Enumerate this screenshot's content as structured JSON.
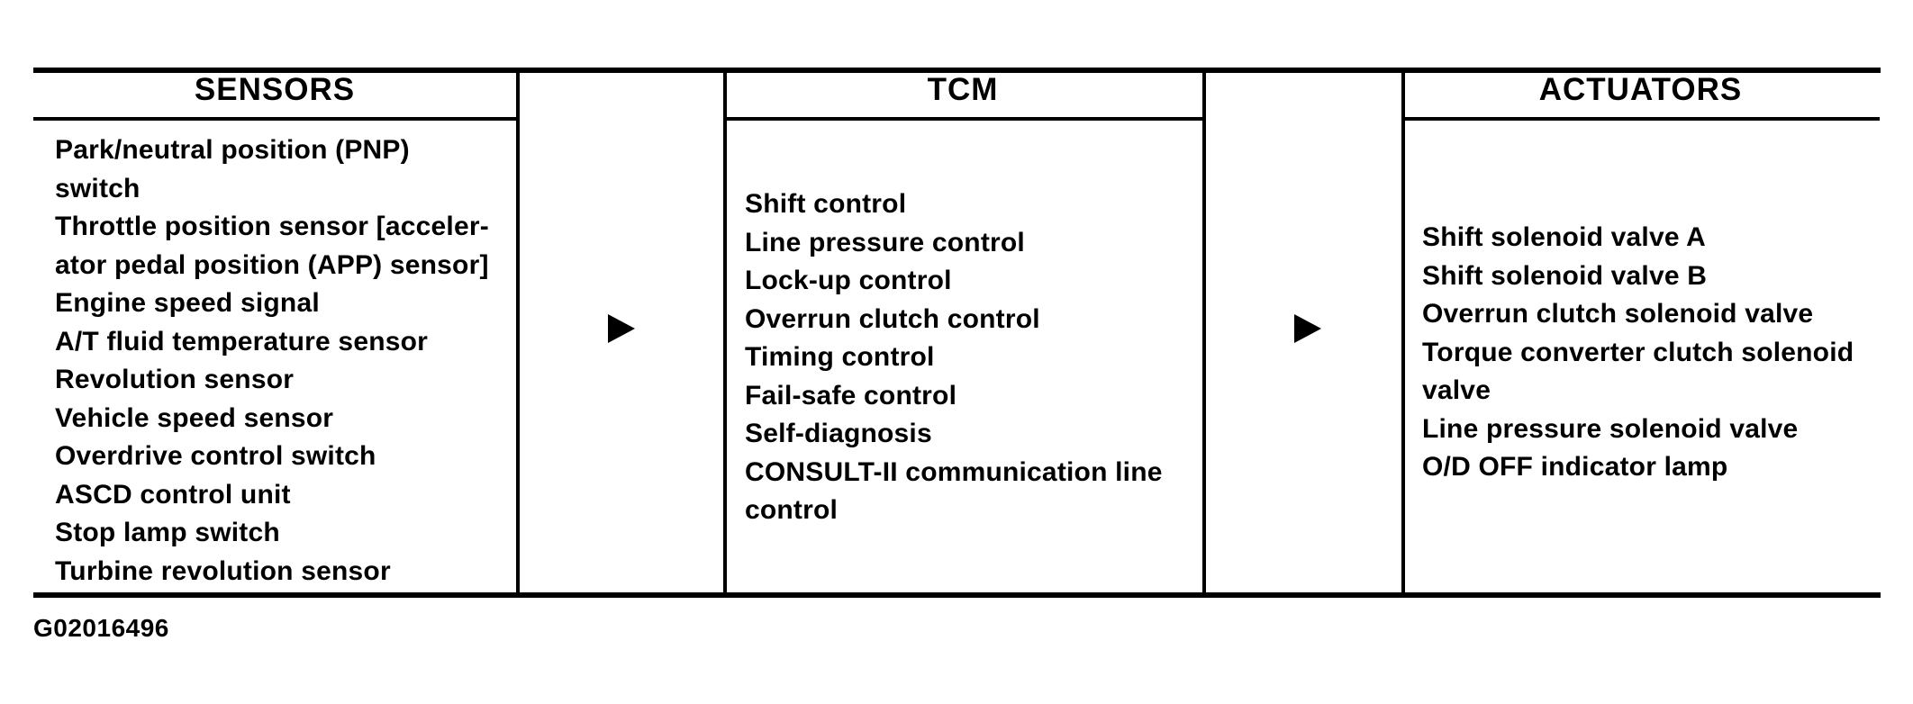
{
  "diagram": {
    "figure_label": "G02016496",
    "colors": {
      "ink": "#000000",
      "paper": "#ffffff"
    },
    "icons": {
      "flow_arrow": "right-black-triangle ▶"
    },
    "columns": [
      {
        "header": "SENSORS",
        "lines": [
          "Park/neutral position (PNP)",
          "switch",
          "Throttle position sensor [acceler-",
          "ator pedal position (APP) sensor]",
          "Engine speed signal",
          "A/T fluid temperature sensor",
          "Revolution sensor",
          "Vehicle speed sensor",
          "Overdrive control switch",
          "ASCD control unit",
          "Stop lamp switch",
          "Turbine revolution sensor"
        ]
      },
      {
        "header": "TCM",
        "lines": [
          "Shift control",
          "Line pressure control",
          "Lock-up control",
          "Overrun clutch control",
          "Timing control",
          "Fail-safe control",
          "Self-diagnosis",
          "CONSULT-II communication line",
          "control"
        ]
      },
      {
        "header": "ACTUATORS",
        "lines": [
          "Shift solenoid valve A",
          "Shift solenoid valve B",
          "Overrun clutch solenoid valve",
          "Torque converter clutch solenoid",
          "valve",
          "Line pressure solenoid valve",
          "O/D OFF indicator lamp"
        ]
      }
    ]
  }
}
